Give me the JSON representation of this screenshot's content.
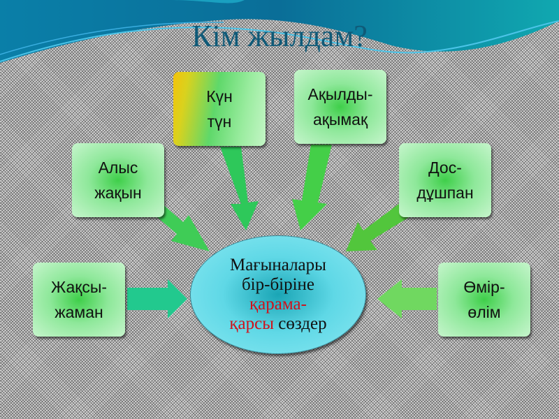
{
  "title": "Кім жылдам?",
  "center": {
    "line1": "Мағыналары",
    "line2": "бір-біріне",
    "line3_red": "қарама-",
    "line4_red": "қарсы",
    "line4_rest": " сөздер"
  },
  "boxes": [
    {
      "line1": "Жақсы-",
      "line2": "жаман"
    },
    {
      "line1": "Алыс",
      "line2": "жақын"
    },
    {
      "line1": "Күн",
      "line2": "түн"
    },
    {
      "line1": "Ақылды-",
      "line2": "ақымақ"
    },
    {
      "line1": "Дос-",
      "line2": "дұшпан"
    },
    {
      "line1": "Өмір-",
      "line2": "өлім"
    }
  ],
  "colors": {
    "title": "#0f5a78",
    "highlight": "#d0101a",
    "box": "#3fcf4a",
    "center": "#5fd8e6",
    "banner": "#0a8fb0"
  }
}
